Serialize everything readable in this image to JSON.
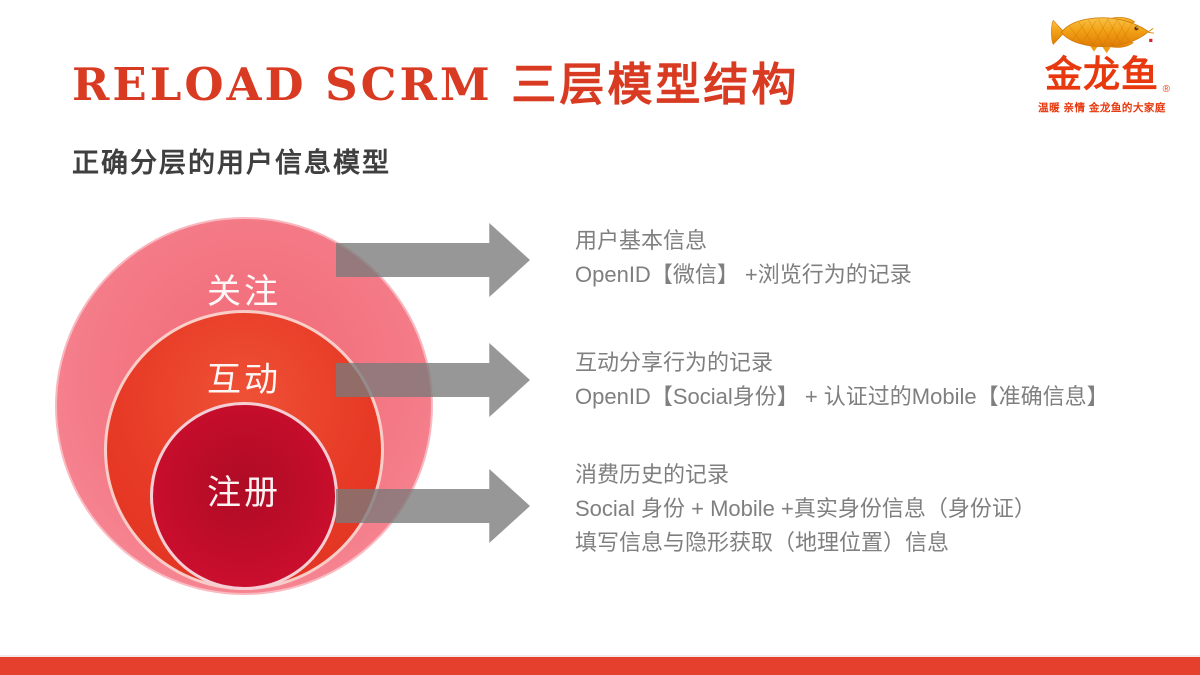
{
  "slide": {
    "title": "RELOAD SCRM 三层模型结构",
    "subtitle": "正确分层的用户信息模型"
  },
  "logo": {
    "fish_icon": "golden-arowana-fish-icon",
    "brand_name": "金龙鱼",
    "registered_mark": "®",
    "tagline": "温暖 亲情 金龙鱼的大家庭",
    "brand_color": "#e8380d",
    "fish_gold_color": "#f2a116"
  },
  "diagram": {
    "layers": [
      {
        "label": "关注",
        "fill_color": "#f4747f"
      },
      {
        "label": "互动",
        "fill_color": "#e73a28"
      },
      {
        "label": "注册",
        "fill_color": "#c30d2a"
      }
    ],
    "arrow_icon": "right-arrow-icon",
    "arrow_color": "#7a7a7a"
  },
  "descriptions": [
    {
      "lines": [
        "用户基本信息",
        "OpenID【微信】 +浏览行为的记录"
      ]
    },
    {
      "lines": [
        "互动分享行为的记录",
        "OpenID【Social身份】 + 认证过的Mobile【准确信息】"
      ]
    },
    {
      "lines": [
        "消费历史的记录",
        "Social 身份 + Mobile +真实身份信息（身份证）",
        "填写信息与隐形获取（地理位置）信息"
      ]
    }
  ],
  "colors": {
    "title_red": "#d93a22",
    "subtitle_gray": "#3f3f3f",
    "body_text_gray": "#7f7f7f",
    "footer_bar_red": "#e5402e",
    "background": "#ffffff"
  }
}
